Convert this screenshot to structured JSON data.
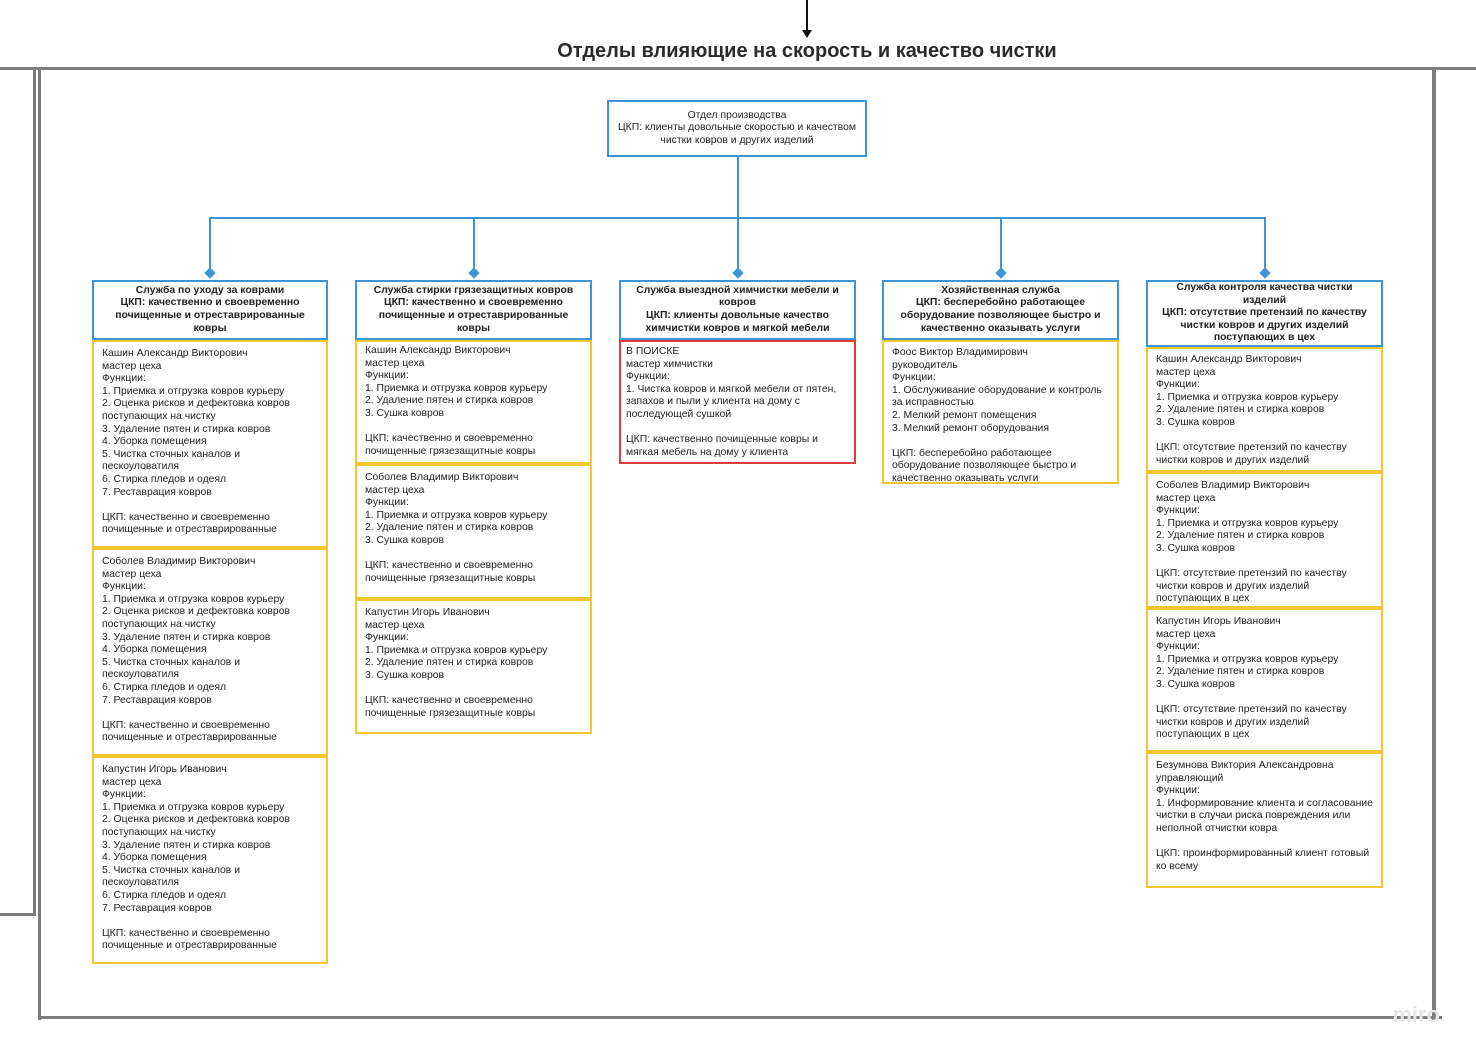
{
  "diagram": {
    "title": "Отделы влияющие на скорость и качество чистки",
    "root": "Отдел производства\nЦКП: клиенты довольные скоростью и качеством чистки ковров и других изделий",
    "departments": [
      {
        "header": "Служба по уходу за  коврами\nЦКП: качественно и своевременно почищенные и отреставрированные ковры",
        "cards": [
          "Кашин Александр Викторович\nмастер цеха\nФункции:\n1. Приемка и отгрузка ковров курьеру\n2. Оценка рисков и дефектовка ковров поступающих на чистку\n3. Удаление пятен и стирка ковров\n4. Уборка помещения\n5. Чистка сточных каналов и пескоуловатиля\n6. Стирка пледов и одеял\n7. Реставрация ковров\n\nЦКП: качественно и своевременно почищенные и отреставрированные",
          "Соболев Владимир Викторович\nмастер цеха\nФункции:\n1. Приемка и отгрузка ковров курьеру\n2. Оценка рисков и дефектовка ковров поступающих на чистку\n3. Удаление пятен и стирка ковров\n4. Уборка помещения\n5. Чистка сточных каналов и пескоуловатиля\n6. Стирка пледов и одеял\n7. Реставрация ковров\n\nЦКП: качественно и своевременно почищенные и отреставрированные",
          "Капустин Игорь Иванович\nмастер цеха\nФункции:\n1. Приемка и отгрузка ковров курьеру\n2. Оценка рисков и дефектовка ковров поступающих на чистку\n3. Удаление пятен и стирка ковров\n4. Уборка помещения\n5. Чистка сточных каналов и пескоуловатиля\n6. Стирка пледов и одеял\n7. Реставрация ковров\n\nЦКП: качественно и своевременно почищенные и отреставрированные"
        ]
      },
      {
        "header": "Служба стирки грязезащитных ковров\nЦКП: качественно и своевременно почищенные и отреставрированные ковры",
        "cards": [
          "Кашин Александр Викторович\nмастер цеха\nФункции:\n1. Приемка и отгрузка ковров курьеру\n2. Удаление пятен и стирка ковров\n3. Сушка ковров\n\nЦКП: качественно и своевременно почищенные грязезащитные ковры",
          "Соболев Владимир Викторович\nмастер цеха\nФункции:\n1. Приемка и отгрузка ковров курьеру\n2. Удаление пятен и стирка ковров\n3. Сушка ковров\n\nЦКП: качественно и своевременно почищенные грязезащитные ковры",
          "Капустин Игорь Иванович\nмастер цеха\nФункции:\n1. Приемка и отгрузка ковров курьеру\n2. Удаление пятен и стирка ковров\n3. Сушка ковров\n\nЦКП: качественно и своевременно почищенные грязезащитные ковры"
        ]
      },
      {
        "header": "Служба выездной химчистки мебели и ковров\nЦКП: клиенты довольные качество химчистки ковров и мягкой мебели",
        "cards": [
          "В ПОИСКЕ\nмастер химчистки\nФункции:\n1. Чистка ковров и мягкой мебели от пятен, запахов и пыли у клиента на дому с последующей сушкой\n\nЦКП: качественно почищенные ковры и мягкая мебель на дому у клиента"
        ]
      },
      {
        "header": "Хозяйственная служба\nЦКП: бесперебойно работающее оборудование позволяющее быстро и качественно оказывать услуги",
        "cards": [
          "Фоос Виктор Владимирович\nруководитель\nФункции:\n1. Обслуживание оборудование и контроль за исправностью\n2. Мелкий ремонт помещения\n3. Мелкий ремонт оборудования\n\nЦКП: бесперебойно работающее оборудование позволяющее быстро и качественно оказывать услуги"
        ]
      },
      {
        "header": "Служба контроля качества чистки изделий\nЦКП: отсутствие претензий по качеству чистки ковров и других изделий поступающих в цех",
        "cards": [
          "Кашин Александр Викторович\nмастер цеха\nФункции:\n1. Приемка и отгрузка ковров курьеру\n2. Удаление пятен и стирка ковров\n3. Сушка ковров\n\nЦКП: отсутствие претензий по качеству чистки ковров и других изделий",
          "Соболев Владимир Викторович\nмастер цеха\nФункции:\n1. Приемка и отгрузка ковров курьеру\n2. Удаление пятен и стирка ковров\n3. Сушка ковров\n\nЦКП: отсутствие претензий по качеству чистки ковров и других изделий поступающих в цех",
          "Капустин Игорь Иванович\nмастер цеха\nФункции:\n1. Приемка и отгрузка ковров курьеру\n2. Удаление пятен и стирка ковров\n3. Сушка ковров\n\nЦКП: отсутствие претензий по качеству чистки ковров и других изделий поступающих в цех",
          "Безумнова Виктория Александровна\nуправляющий\nФункции:\n1. Информирование клиента и согласование чистки в случаи риска повреждения или неполной отчистки ковра\n\nЦКП: проинформированный клиент готовый ко всему"
        ]
      }
    ]
  },
  "watermark": "miro",
  "colors": {
    "connector": "#3d95d8",
    "card_border": "#f2c72e",
    "vacancy_border": "#e03b3b",
    "frame": "#7d7d7d"
  }
}
